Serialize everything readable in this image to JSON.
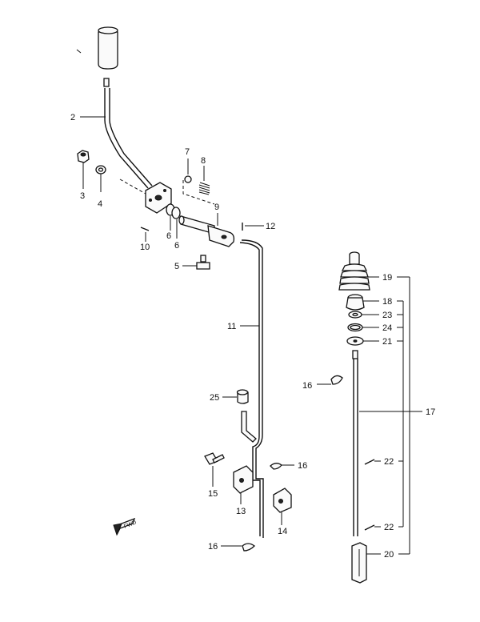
{
  "labels": {
    "p2": "2",
    "p3": "3",
    "p4": "4",
    "p5": "5",
    "p6a": "6",
    "p6b": "6",
    "p7": "7",
    "p8": "8",
    "p9": "9",
    "p10": "10",
    "p11": "11",
    "p12": "12",
    "p13": "13",
    "p14": "14",
    "p15": "15",
    "p16a": "16",
    "p16b": "16",
    "p16c": "16",
    "p17": "17",
    "p18": "18",
    "p19": "19",
    "p20": "20",
    "p21": "21",
    "p22a": "22",
    "p22b": "22",
    "p23": "23",
    "p24": "24",
    "p25": "25"
  },
  "fwd_arrow": "FWD"
}
